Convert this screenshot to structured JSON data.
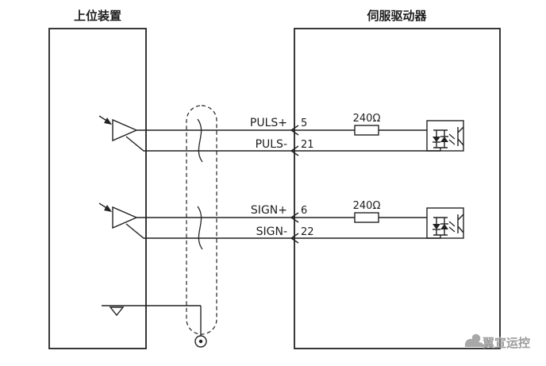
{
  "diagram": {
    "host_box_title": "上位装置",
    "drive_box_title": "伺服驱动器",
    "channels": [
      {
        "plus_label": "PULS+",
        "plus_pin": "5",
        "minus_label": "PULS-",
        "minus_pin": "21",
        "resistor_value": "240Ω"
      },
      {
        "plus_label": "SIGN+",
        "plus_pin": "6",
        "minus_label": "SIGN-",
        "minus_pin": "22",
        "resistor_value": "240Ω"
      }
    ],
    "watermark_text": "翼宣运控",
    "colors": {
      "line": "#222222",
      "watermark": "#9b9b9b",
      "background": "#ffffff"
    }
  }
}
